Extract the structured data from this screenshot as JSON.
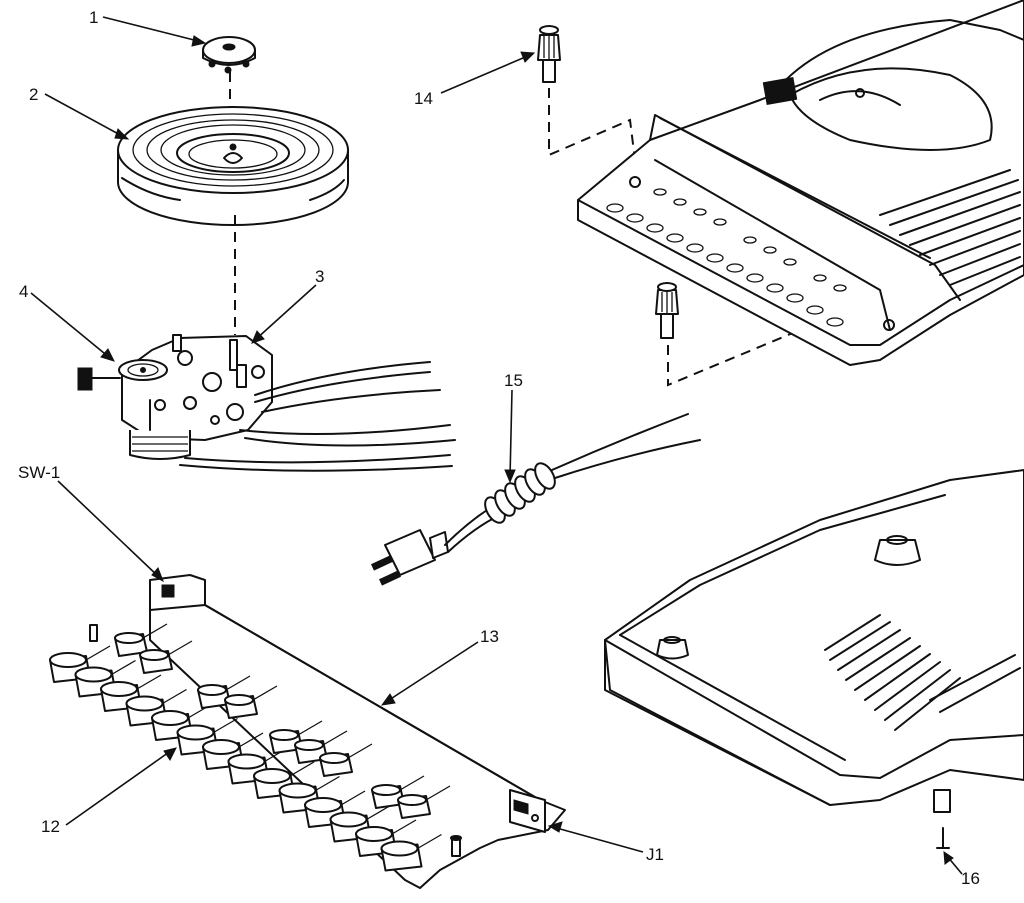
{
  "callouts": {
    "c1": "1",
    "c2": "2",
    "c3": "3",
    "c4": "4",
    "c12": "12",
    "c13": "13",
    "c14": "14",
    "c15": "15",
    "c16": "16",
    "sw1": "SW-1",
    "j1": "J1"
  },
  "parts": [
    {
      "ref": "1",
      "icon": "spindle-cap-icon"
    },
    {
      "ref": "2",
      "icon": "turntable-platter-icon"
    },
    {
      "ref": "3",
      "icon": "motor-assembly-icon"
    },
    {
      "ref": "4",
      "icon": "idler-wheel-icon"
    },
    {
      "ref": "12",
      "icon": "slide-key-icon"
    },
    {
      "ref": "13",
      "icon": "key-panel-board-icon"
    },
    {
      "ref": "14",
      "icon": "knob-icon"
    },
    {
      "ref": "15",
      "icon": "power-cord-icon"
    },
    {
      "ref": "16",
      "icon": "screw-icon"
    },
    {
      "ref": "SW-1",
      "icon": "switch-icon"
    },
    {
      "ref": "J1",
      "icon": "jack-icon"
    }
  ],
  "colors": {
    "ink": "#111111",
    "paper": "#ffffff"
  }
}
